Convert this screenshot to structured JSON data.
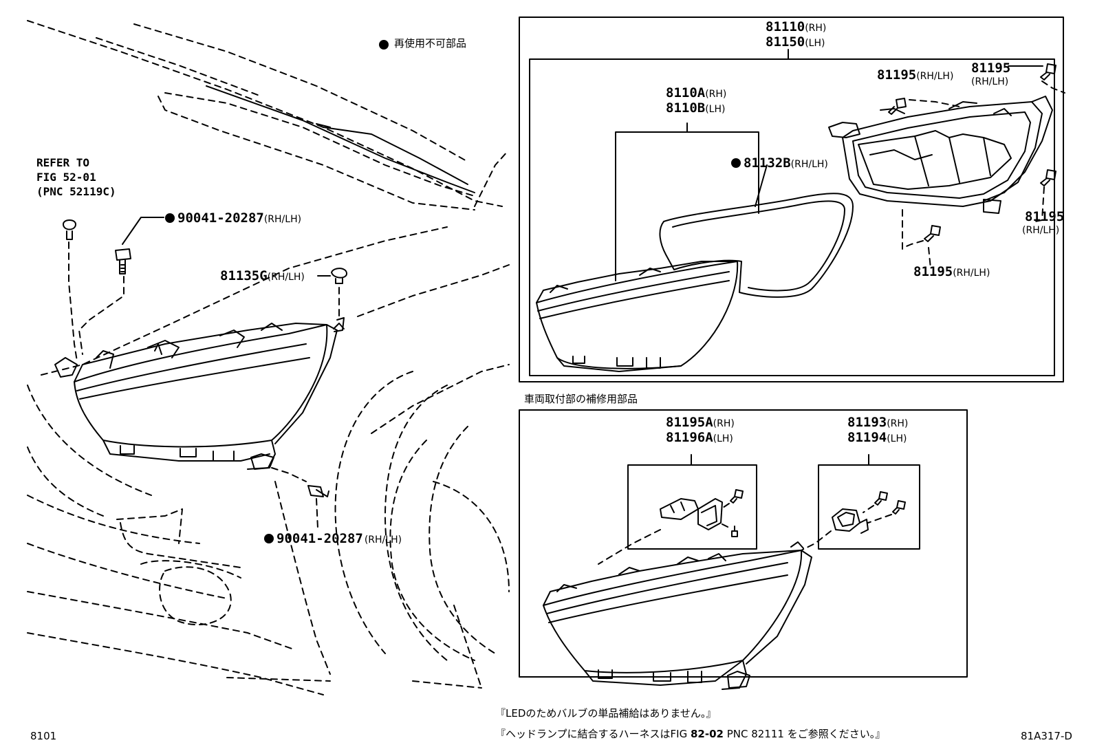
{
  "legend": {
    "text": "再使用不可部品"
  },
  "refer": {
    "line1": "REFER TO",
    "line2": "FIG 52-01",
    "line3": "(PNC 52119C)"
  },
  "side": {
    "rhlh": "(RH/LH)",
    "rh": "(RH)",
    "lh": "(LH)"
  },
  "parts": {
    "bolt": "90041-20287",
    "clip": "81135G",
    "unit_rh": "81110",
    "unit_lh": "81150",
    "lens_rh": "8110A",
    "lens_lh": "8110B",
    "gasket": "81132B",
    "screw": "81195",
    "bracket_rh": "81195A",
    "bracket_lh": "81196A",
    "bracket2_rh": "81193",
    "bracket2_lh": "81194"
  },
  "section": {
    "repair_caption": "車両取付部の補修用部品"
  },
  "notes": {
    "note1": "『LEDのためバルブの単品補給はありません。』",
    "note2_a": "『ヘッドランプに結合するハーネスはFIG ",
    "note2_b": "82-02",
    "note2_c": " PNC 82111 をご参照ください。』"
  },
  "footer": {
    "page_code": "8101",
    "fig_code": "81A317-D"
  }
}
